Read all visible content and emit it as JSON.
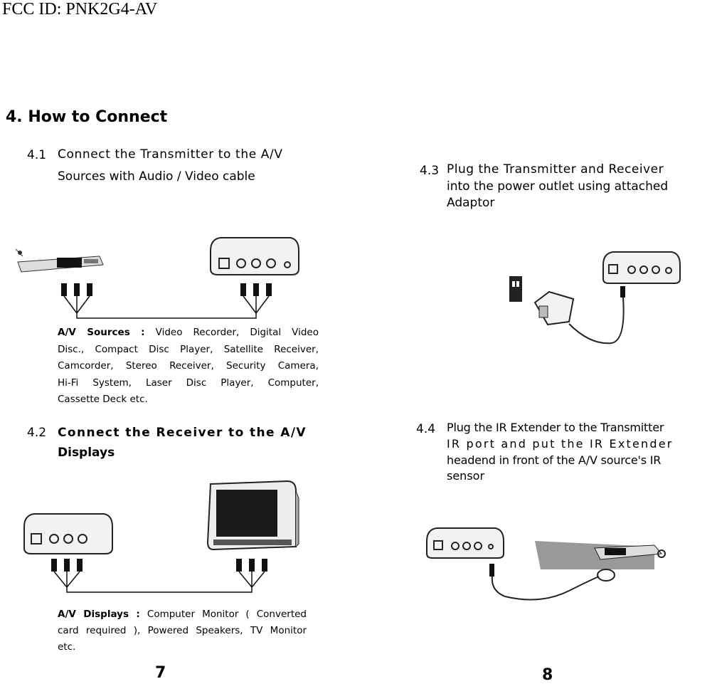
{
  "header": {
    "fcc_id": "FCC ID: PNK2G4-AV"
  },
  "section": {
    "title": "4. How to Connect"
  },
  "steps": {
    "s41": {
      "number": "4.1",
      "line1": "Connect the Transmitter to the A/V",
      "line2": "Sources with Audio / Video cable"
    },
    "s42": {
      "number": "4.2",
      "line1": "Connect the Receiver to the A/V",
      "line2": "Displays"
    },
    "s43": {
      "number": "4.3",
      "line1": "Plug the Transmitter and Receiver",
      "line2": "into the power outlet using attached",
      "line3": "Adaptor"
    },
    "s44": {
      "number": "4.4",
      "line1": "Plug the IR Extender to the Transmitter",
      "line2": "IR port and put the IR Extender",
      "line3": "headend in front of the A/V source's IR",
      "line4": "sensor"
    }
  },
  "notes": {
    "sources": {
      "label": "A/V Sources :",
      "line1": "Video Recorder, Digital Video",
      "line2": "Disc., Compact Disc Player, Satellite Receiver,",
      "line3": "Camcorder, Stereo Receiver, Security Camera,",
      "line4": "Hi-Fi System, Laser Disc Player, Computer,",
      "line5": "Cassette Deck etc."
    },
    "displays": {
      "label": "A/V Displays :",
      "line1": "Computer Monitor ( Converted",
      "line2": "card required ), Powered Speakers, TV Monitor",
      "line3": "etc."
    }
  },
  "pages": {
    "left": "7",
    "right": "8"
  }
}
